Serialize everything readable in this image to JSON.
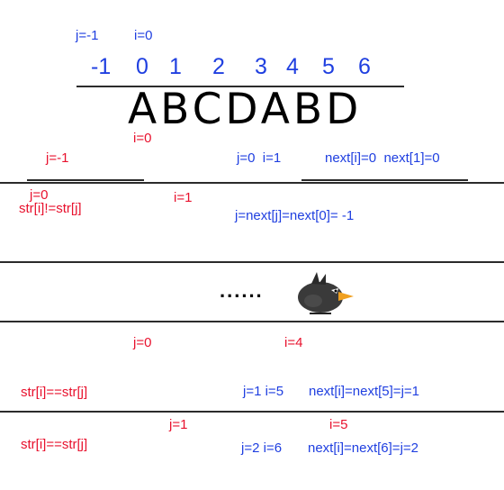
{
  "header": {
    "j_init": "j=-1",
    "i_init": "i=0",
    "indices": [
      "-1",
      "0",
      "1",
      "2",
      "3",
      "4",
      "5",
      "6"
    ],
    "letters": "ABCDABD",
    "i_below": "i=0"
  },
  "row1": {
    "j": "j=-1",
    "j_i": "j=0  i=1",
    "next": "next[i]=0  next[1]=0"
  },
  "row2": {
    "j": "j=0",
    "cmp": "str[i]!=str[j]",
    "i": "i=1",
    "assign": "j=next[j]=next[0]= -1"
  },
  "row3": {
    "dots": "......"
  },
  "row4": {
    "j": "j=0",
    "i": "i=4",
    "cmp": "str[i]==str[j]",
    "state": "j=1 i=5",
    "next": "next[i]=next[5]=j=1"
  },
  "row5": {
    "j": "j=1",
    "i": "i=5",
    "cmp": "str[i]==str[j]",
    "state": "j=2 i=6",
    "next": "next[i]=next[6]=j=2"
  },
  "colors": {
    "blue": "#1f3fe0",
    "red": "#e8112d",
    "black": "#000000",
    "bird_body": "#3a3a3a",
    "bird_beak": "#f0a020"
  },
  "icons": {
    "bird": "black-bird-icon"
  }
}
